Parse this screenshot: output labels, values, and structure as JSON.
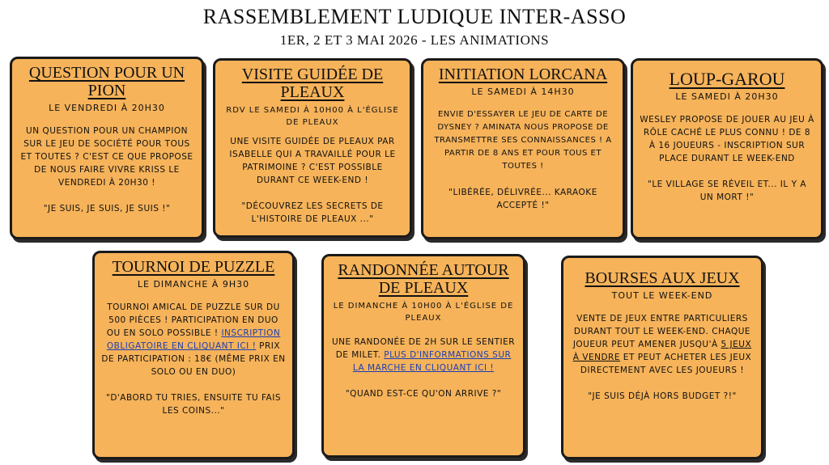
{
  "header": {
    "title": "RASSEMBLEMENT LUDIQUE  INTER-ASSO",
    "subtitle": "1ER, 2 ET 3 MAI 2026 - LES ANIMATIONS"
  },
  "cards": {
    "question": {
      "title": "QUESTION POUR UN PION",
      "when": "Le vendredi à 20h30",
      "text": "Un question pour un champion sur le jeu de société pour tous et toutes ? C'est ce que propose de nous faire vivre Kriss le vendredi à 20h30 !",
      "quote": "\"Je suis, je suis, je suis !\""
    },
    "visite": {
      "title": "VISITE GUIDÉE DE PLEAUX",
      "when": "RDV le samedi à 10h00 à l'église de Pleaux",
      "text": "Une visite guidée de Pleaux par Isabelle qui a travaillé pour le patrimoine ? C'est possible durant ce week-end !",
      "quote": "\"Découvrez les secrets de l'histoire de Pleaux ...\""
    },
    "lorcana": {
      "title": "INITIATION LORCANA",
      "when": "Le samedi à 14h30",
      "text": "Envie d'essayer le jeu de carte de Dysney ? Aminata nous propose de transmettre ses connaissances ! A partir de 8 ans et pour tous et toutes !",
      "quote": "\"Libérée, délivrée... Karaoke accepté !\""
    },
    "loup": {
      "title": "LOUP-GAROU",
      "when": "Le samedi à 20h30",
      "text": "Wesley propose de jouer au jeu à rôle caché le plus connu ! De 8 à 16 joueurs - inscription sur place durant le week-end",
      "quote": "\"Le village se réveil et... il y a un mort !\""
    },
    "puzzle": {
      "title": "TOURNOI DE PUZZLE",
      "when": "Le dimanche à 9h30",
      "text_before": "Tournoi amical de puzzle sur du 500 pièces ! Participation en duo ou en solo possible ! ",
      "link": "Inscription obligatoire en cliquant ici !",
      "text_after": " Prix de participation : 18€ (même prix en solo ou en duo)",
      "quote": "\"D'abord tu tries, ensuite tu fais les coins...\""
    },
    "rando": {
      "title": "RANDONNÉE AUTOUR DE PLEAUX",
      "when": "Le dimanche à 10h00 à l'église de Pleaux",
      "text_before": "Une randonée de 2h sur le sentier de Milet. ",
      "link": "Plus d'informations sur la marche en cliquant ici !",
      "quote": "\"Quand est-ce qu'on arrive ?\""
    },
    "bourse": {
      "title": "BOURSES AUX JEUX",
      "when": "Tout le week-end",
      "text_before": "Vente de jeux entre particuliers durant tout le week-end. Chaque joueur peut amener jusqu'à ",
      "emphasis": "5 jeux à vendre",
      "text_after": " et peut acheter les jeux directement avec les joueurs !",
      "quote": "\"Je suis déjà hors budget ?!\""
    }
  }
}
